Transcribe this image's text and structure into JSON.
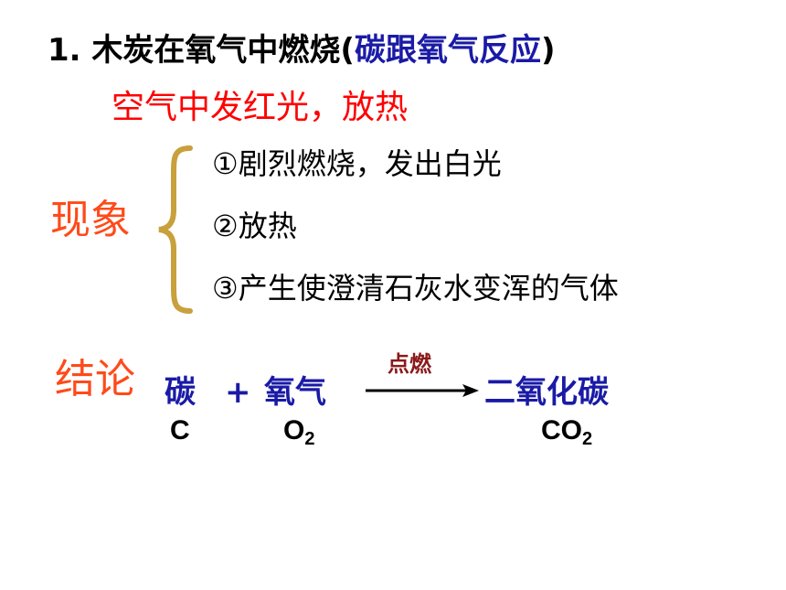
{
  "title": {
    "number": "1.",
    "main": "木炭在氧气中燃烧",
    "paren_open": "(",
    "note": "碳跟氧气反应",
    "paren_close": ")"
  },
  "air_observation": "空气中发红光，放热",
  "phenomenon": {
    "label": "现象",
    "items": [
      "①剧烈燃烧，发出白光",
      "②放热",
      "③产生使澄清石灰水变浑的气体"
    ]
  },
  "conclusion": {
    "label": "结论",
    "reactant_1": "碳",
    "plus": "+",
    "reactant_2": "氧气",
    "condition": "点燃",
    "product": "二氧化碳",
    "formula_reactant_1": "C",
    "formula_reactant_2": {
      "base": "O",
      "sub": "2"
    },
    "formula_product": {
      "base": "CO",
      "sub": "2"
    }
  },
  "colors": {
    "heading_blue": "#1a1aa6",
    "red": "#ff0000",
    "orange_red": "#ff4a1a",
    "brace_gold": "#c8a03c",
    "condition_dark_red": "#8b1a1a"
  }
}
